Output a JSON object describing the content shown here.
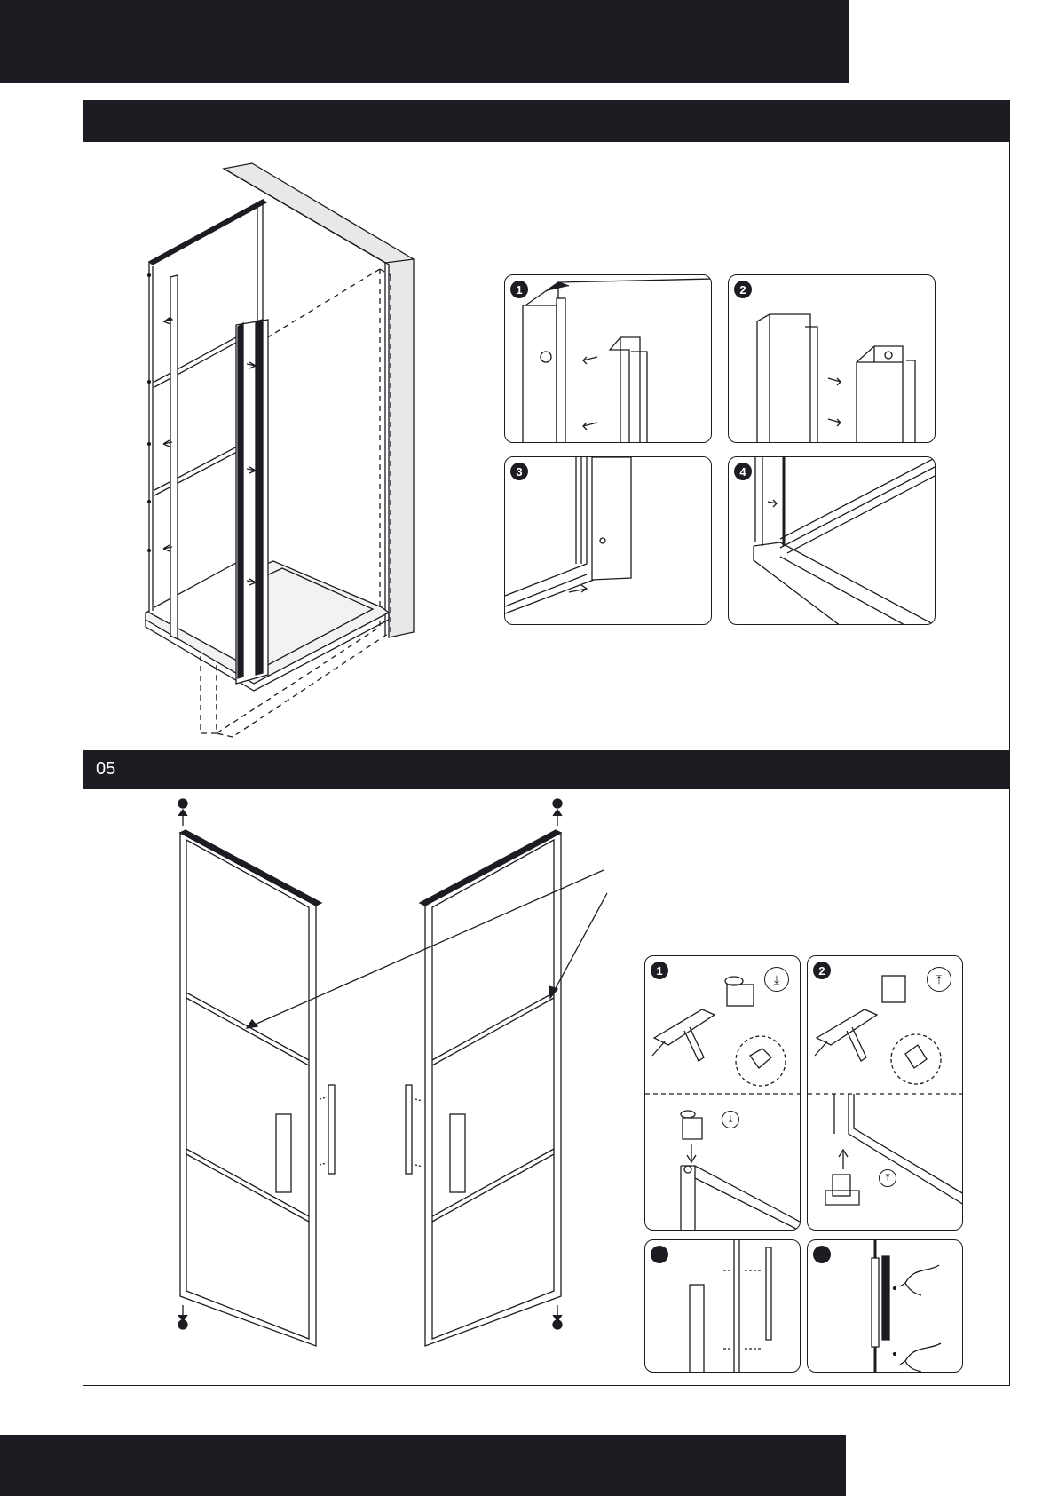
{
  "section_05": {
    "number": "05"
  },
  "step_panels_top": [
    {
      "badge": "1",
      "icon": "profile-insertion-icon"
    },
    {
      "badge": "2",
      "icon": "profile-alignment-icon"
    },
    {
      "badge": "3",
      "icon": "bottom-slide-icon"
    },
    {
      "badge": "4",
      "icon": "tray-corner-icon"
    }
  ],
  "step_panels_bottom": [
    {
      "badge": "1",
      "icon": "push-down-icon"
    },
    {
      "badge": "2",
      "icon": "pull-up-icon"
    },
    {
      "badge": "",
      "icon": "handle-mount-icon"
    },
    {
      "badge": "",
      "icon": "screw-fix-icon"
    }
  ],
  "colors": {
    "ink": "#1b1d22",
    "paper": "#ffffff"
  }
}
